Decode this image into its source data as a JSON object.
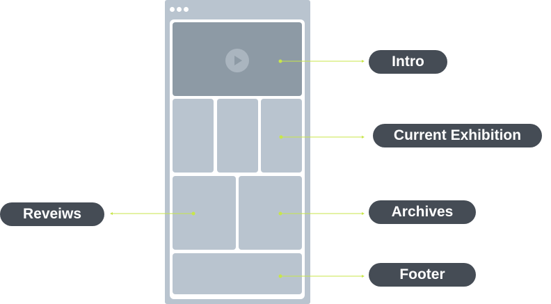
{
  "labels": {
    "intro": "Intro",
    "current_exhibition": "Current Exhibition",
    "archives": "Archives",
    "footer": "Footer",
    "reviews": "Reveiws"
  },
  "colors": {
    "device_frame": "#b9c4cf",
    "intro_block": "#8d9aa5",
    "content_block": "#b9c4cf",
    "label_pill": "#454c55",
    "label_text": "#ffffff",
    "connector_line": "#c8e64a"
  },
  "icons": {
    "window_dots": "window-dots-icon",
    "play": "play-icon"
  }
}
